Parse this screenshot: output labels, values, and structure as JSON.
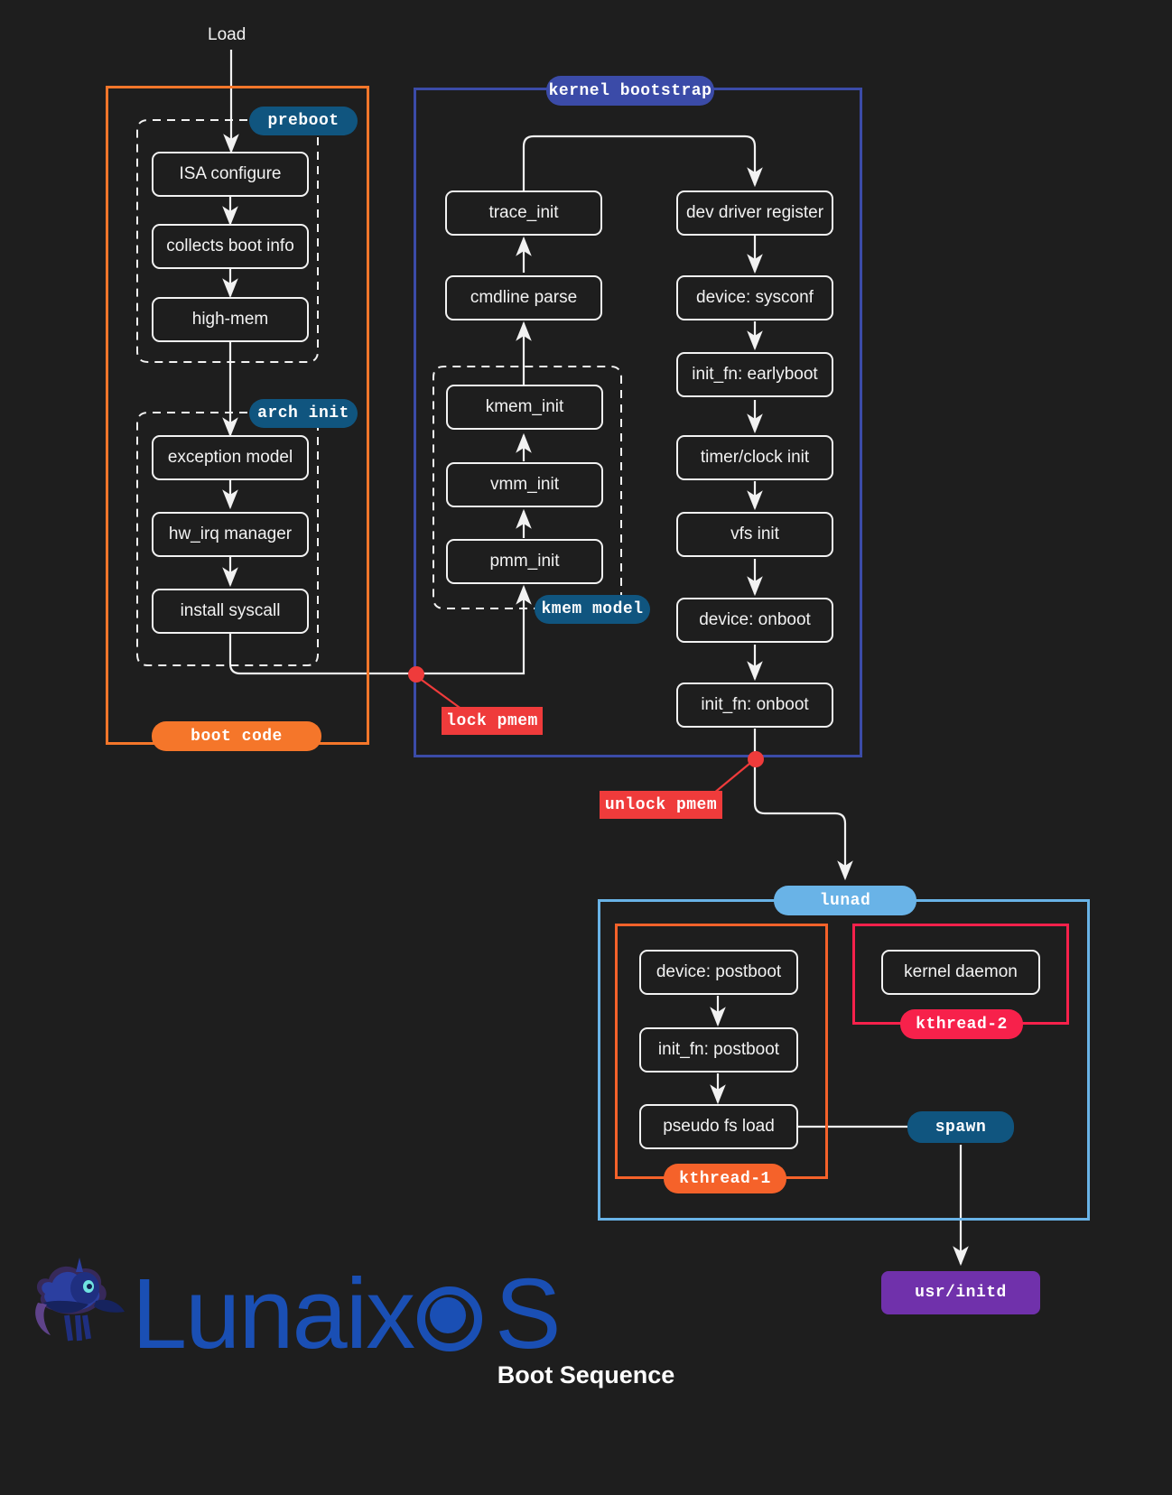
{
  "title": "Boot Sequence",
  "brand": {
    "name": "LunaixOS",
    "color": "#1a4fb4",
    "mascot": "luna-pony-mascot"
  },
  "entry_label": "Load",
  "colors": {
    "background": "#1e1e1e",
    "node_border": "#f2f2f2",
    "boot_code": "#f5762a",
    "kernel_bootstrap": "#3b4ba8",
    "stage_tag": "#10557f",
    "lock_marker": "#ef3b3b",
    "lunad": "#69b3e7",
    "kthread1": "#f5622a",
    "kthread2": "#f7214b",
    "initd": "#7031ab"
  },
  "groups": {
    "boot_code": {
      "label": "boot code",
      "color": "#f5762a"
    },
    "kernel_bootstrap": {
      "label": "kernel bootstrap",
      "color": "#3b4ba8"
    },
    "lunad": {
      "label": "lunad",
      "color": "#69b3e7"
    },
    "kthread1": {
      "label": "kthread-1",
      "color": "#f5622a"
    },
    "kthread2": {
      "label": "kthread-2",
      "color": "#f7214b"
    },
    "preboot": {
      "label": "preboot",
      "color": "#10557f"
    },
    "arch_init": {
      "label": "arch init",
      "color": "#10557f"
    },
    "kmem_model": {
      "label": "kmem model",
      "color": "#10557f"
    }
  },
  "markers": [
    {
      "label": "lock pmem",
      "color": "#ef3b3b"
    },
    {
      "label": "unlock pmem",
      "color": "#ef3b3b"
    }
  ],
  "nodes": {
    "preboot": [
      {
        "label": "ISA configure"
      },
      {
        "label": "collects boot info"
      },
      {
        "label": "high-mem"
      }
    ],
    "arch_init": [
      {
        "label": "exception model"
      },
      {
        "label": "hw_irq manager"
      },
      {
        "label": "install syscall"
      }
    ],
    "kmem_chain": [
      {
        "label": "trace_init"
      },
      {
        "label": "cmdline parse"
      },
      {
        "label": "kmem_init"
      },
      {
        "label": "vmm_init"
      },
      {
        "label": "pmm_init"
      }
    ],
    "bootstrap_right": [
      {
        "label": "dev driver register"
      },
      {
        "label": "device: sysconf"
      },
      {
        "label": "init_fn: earlyboot"
      },
      {
        "label": "timer/clock init"
      },
      {
        "label": "vfs init"
      },
      {
        "label": "device: onboot"
      },
      {
        "label": "init_fn: onboot"
      }
    ],
    "kthread1": [
      {
        "label": "device: postboot"
      },
      {
        "label": "init_fn: postboot"
      },
      {
        "label": "pseudo fs load"
      }
    ],
    "kthread2": [
      {
        "label": "kernel daemon"
      }
    ]
  },
  "spawn": {
    "label": "spawn",
    "color": "#10557f"
  },
  "initd": {
    "label": "usr/initd",
    "color": "#7031ab"
  }
}
